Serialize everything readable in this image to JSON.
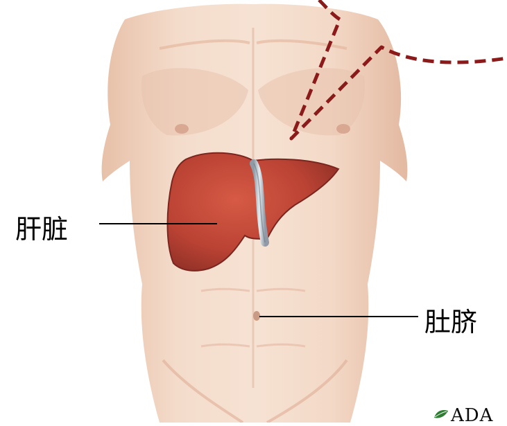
{
  "labels": {
    "liver": "肝脏",
    "navel": "肚脐"
  },
  "logo": {
    "text": "ADA"
  },
  "colors": {
    "skin": "#f2d6c3",
    "skin_shadow": "#e2b8a0",
    "liver": "#c0483a",
    "liver_dark": "#8e2f26",
    "ligament": "#b9c3cc",
    "callout_border": "#8b1a1a",
    "leader_line": "#000000"
  }
}
